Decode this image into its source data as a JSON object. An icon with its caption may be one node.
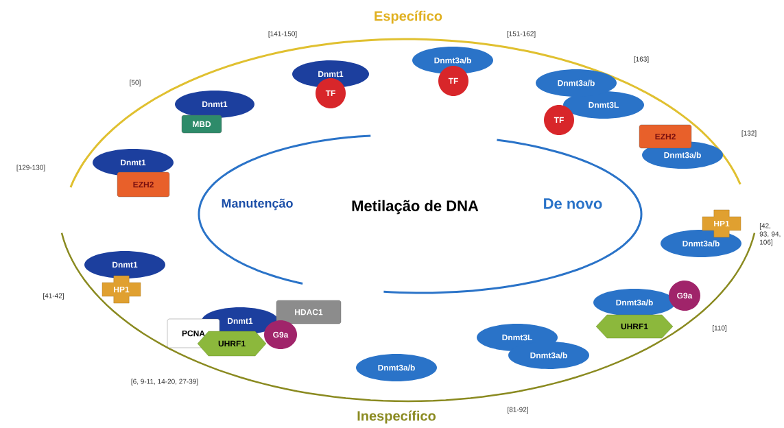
{
  "diagram": {
    "title": "Metilação de DNA",
    "nodes": [
      {
        "text": [
          "Dnmt1"
        ]
      },
      {
        "text": [
          "TF"
        ]
      },
      {
        "text": [
          "Dnmt3a/b"
        ]
      },
      {
        "text": [
          "TF"
        ]
      },
      {
        "text": [
          "Dnmt3L"
        ]
      },
      {
        "text": [
          "Dnmt3a/b"
        ]
      },
      {
        "text": [
          "TF"
        ]
      },
      {
        "text": [
          "Dnmt1"
        ]
      },
      {
        "text": [
          "MBD"
        ]
      },
      {
        "text": [
          "Dnmt3a/b"
        ]
      },
      {
        "text": [
          "EZH2"
        ]
      },
      {
        "text": [
          "Dnmt1"
        ]
      },
      {
        "text": [
          "EZH2"
        ]
      },
      {
        "text": [
          "Dnmt3a/b"
        ]
      },
      {
        "text": [
          "HP1"
        ]
      },
      {
        "text": [
          "Dnmt1"
        ]
      },
      {
        "text": [
          "HP1"
        ]
      },
      {
        "text": [
          "Dnmt1"
        ]
      },
      {
        "text": [
          "HDAC1"
        ]
      },
      {
        "text": [
          "PCNA"
        ]
      },
      {
        "text": [
          "UHRF1"
        ]
      },
      {
        "text": [
          "G9a"
        ]
      },
      {
        "text": [
          "Dnmt3a/b"
        ]
      },
      {
        "text": [
          "G9a"
        ]
      },
      {
        "text": [
          "UHRF1"
        ]
      },
      {
        "text": [
          "Dnmt3L"
        ]
      },
      {
        "text": [
          "Dnmt3a/b"
        ]
      },
      {
        "text": [
          "Dnmt3a/b"
        ]
      }
    ],
    "labels": [
      "Específico",
      "[141-150]",
      "[151-162]",
      "[50]",
      "[163]",
      "[129-130]",
      "[132]",
      "Manutenção",
      "De novo",
      "[42, 93, 94, 106]",
      "[41-42]",
      "[110]",
      "[6, 9-11, 14-20, 27-39]",
      "[81-92]",
      "Inespecífico"
    ]
  }
}
